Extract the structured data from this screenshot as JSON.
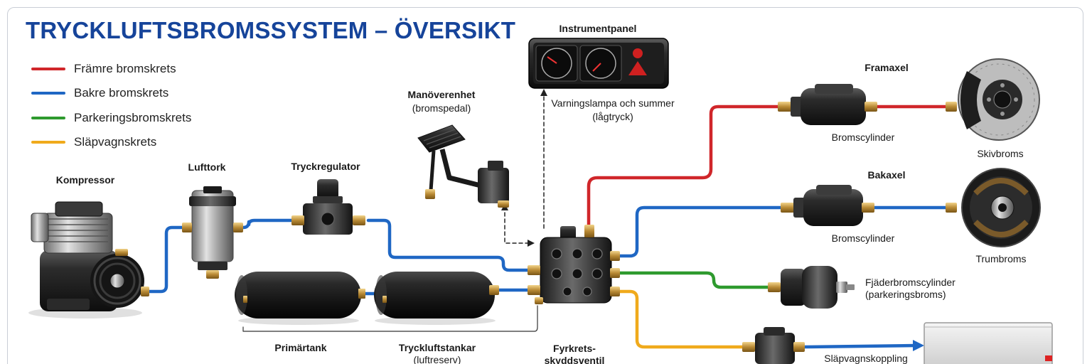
{
  "title": "TRYCKLUFTSBROMSSYSTEM – ÖVERSIKT",
  "colors": {
    "title": "#16449a",
    "front_circuit": "#d0262a",
    "rear_circuit": "#1f67c4",
    "parking_circuit": "#2e9a2e",
    "trailer_circuit": "#f0aa1c"
  },
  "legend": [
    {
      "label": "Främre bromskrets",
      "color": "#d0262a"
    },
    {
      "label": "Bakre bromskrets",
      "color": "#1f67c4"
    },
    {
      "label": "Parkeringsbromskrets",
      "color": "#2e9a2e"
    },
    {
      "label": "Släpvagnskrets",
      "color": "#f0aa1c"
    }
  ],
  "components": {
    "compressor": {
      "label": "Kompressor"
    },
    "air_dryer": {
      "label": "Lufttork"
    },
    "pressure_regulator": {
      "label": "Tryckregulator"
    },
    "control_unit": {
      "label": "Manöverenhet",
      "sublabel": "(bromspedal)"
    },
    "instrument_panel": {
      "label": "Instrumentpanel",
      "sublabel": "Varningslampa och summer",
      "sublabel2": "(lågtryck)"
    },
    "primary_tank": {
      "label": "Primärtank"
    },
    "air_tanks": {
      "label": "Tryckluftstankar",
      "sublabel": "(luftreserv)"
    },
    "four_circuit_valve": {
      "label": "Fyrkrets-",
      "label2": "skyddsventil"
    },
    "front_axle": {
      "label": "Framaxel"
    },
    "front_cylinder": {
      "label": "Bromscylinder"
    },
    "disc_brake": {
      "label": "Skivbroms"
    },
    "rear_axle": {
      "label": "Bakaxel"
    },
    "rear_cylinder": {
      "label": "Bromscylinder"
    },
    "drum_brake": {
      "label": "Trumbroms"
    },
    "spring_cylinder": {
      "label": "Fjäderbromscylinder",
      "sublabel": "(parkeringsbroms)"
    },
    "trailer_coupling": {
      "label": "Släpvagnskoppling"
    }
  }
}
